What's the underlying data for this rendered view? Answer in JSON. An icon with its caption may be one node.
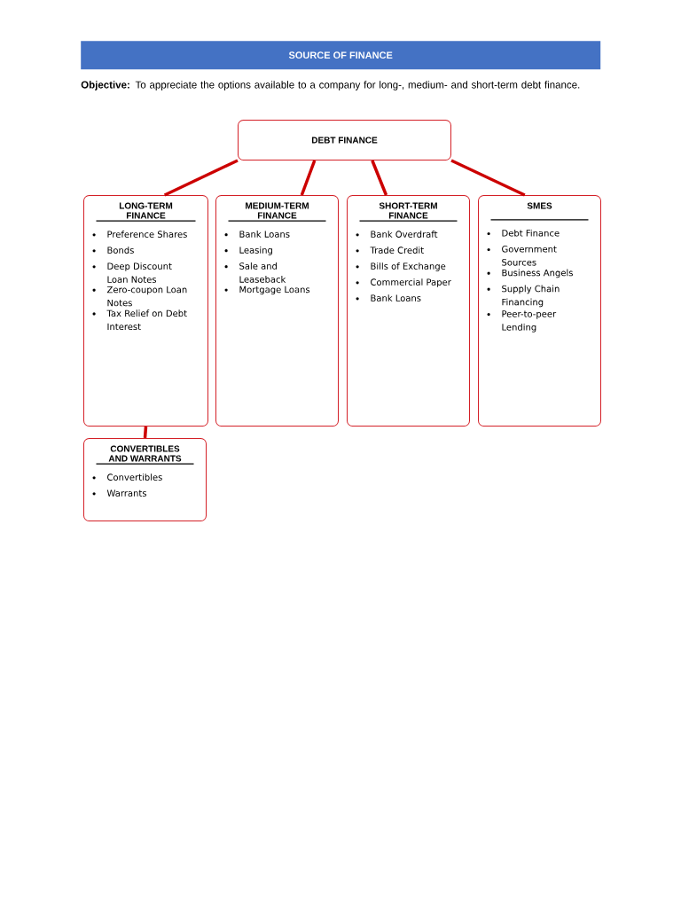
{
  "diagram": {
    "title": "SOURCE OF FINANCE",
    "nodes": [
      {
        "text": [
          "DEBT FINANCE"
        ]
      },
      {
        "text": [
          "LONG-TERM FINANCE",
          "Preference Shares",
          "Bonds",
          "Deep Discount Loan Notes",
          "Zero-coupon Loan Notes",
          "Tax Relief on Debt Interest"
        ]
      },
      {
        "text": [
          "MEDIUM-TERM FINANCE",
          "Bank Loans",
          "Leasing",
          "Sale and Leaseback",
          "Mortgage Loans"
        ]
      },
      {
        "text": [
          "SHORT-TERM FINANCE",
          "Bank Overdraft",
          "Trade Credit",
          "Bills of Exchange",
          "Commercial Paper",
          "Bank Loans"
        ]
      },
      {
        "text": [
          "SMES",
          "Debt Finance",
          "Government Sources",
          "Business Angels",
          "Supply Chain Financing",
          "Peer-to-peer Lending"
        ]
      },
      {
        "text": [
          "CONVERTIBLES AND WARRANTS",
          "Convertibles",
          "Warrants"
        ]
      }
    ],
    "edges": [
      {
        "from": 0,
        "to": 1,
        "arrow": "none"
      },
      {
        "from": 0,
        "to": 2,
        "arrow": "none"
      },
      {
        "from": 0,
        "to": 3,
        "arrow": "none"
      },
      {
        "from": 0,
        "to": 4,
        "arrow": "none"
      },
      {
        "from": 1,
        "to": 5,
        "arrow": "none"
      }
    ],
    "labels": [
      "**Objective:** To appreciate the options available to a company for long-, medium- and short-term debt finance."
    ]
  }
}
